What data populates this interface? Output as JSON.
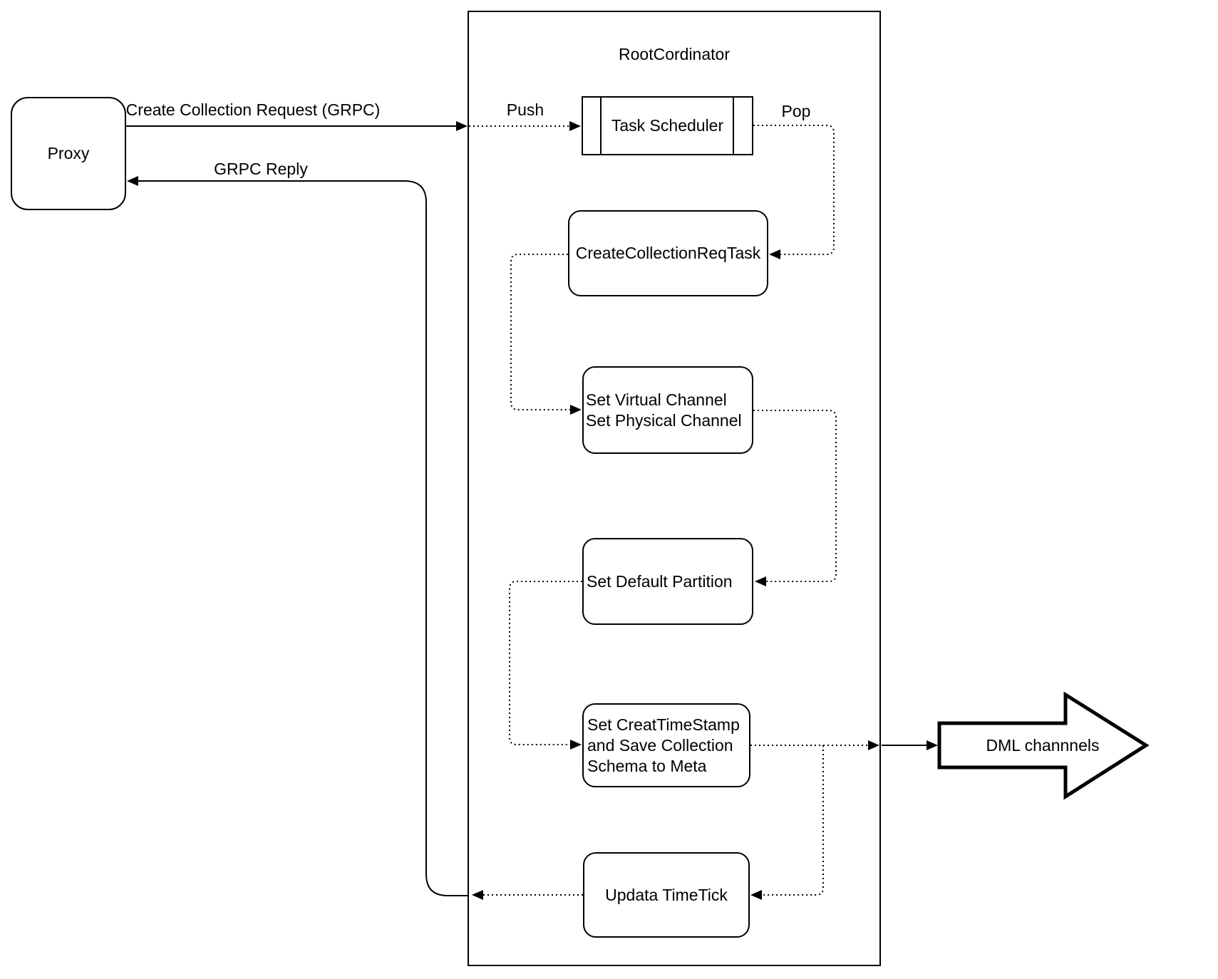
{
  "canvas": {
    "background": "#ffffff",
    "stroke_color": "#000000"
  },
  "proxy": {
    "label": "Proxy"
  },
  "root_coordinator": {
    "title": "RootCordinator"
  },
  "task_scheduler": {
    "label": "Task Scheduler"
  },
  "create_collection_req_task": {
    "label": "CreateCollectionReqTask"
  },
  "set_channels": {
    "lines": [
      "Set Virtual Channel",
      "Set Physical Channel"
    ]
  },
  "set_default_partition": {
    "label": "Set Default Partition"
  },
  "set_creat_timestamp": {
    "lines": [
      "Set CreatTimeStamp",
      "and Save Collection",
      "Schema to Meta"
    ]
  },
  "updata_timetick": {
    "label": "Updata TimeTick"
  },
  "dml_channels": {
    "label": "DML channnels"
  },
  "edges": {
    "create_collection_request": {
      "label": "Create Collection Request (GRPC)",
      "style": "solid"
    },
    "grpc_reply": {
      "label": "GRPC Reply",
      "style": "solid"
    },
    "push": {
      "label": "Push",
      "style": "dotted"
    },
    "pop": {
      "label": "Pop",
      "style": "dotted"
    }
  }
}
